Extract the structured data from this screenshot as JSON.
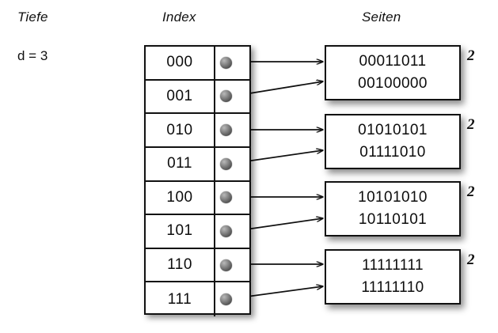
{
  "headings": {
    "depth": "Tiefe",
    "index": "Index",
    "pages": "Seiten"
  },
  "depth": {
    "label": "d = 3"
  },
  "index_table": {
    "rows": [
      {
        "key": "000",
        "pointer": "pointer-dot",
        "target_page": 0
      },
      {
        "key": "001",
        "pointer": "pointer-dot",
        "target_page": 0
      },
      {
        "key": "010",
        "pointer": "pointer-dot",
        "target_page": 1
      },
      {
        "key": "011",
        "pointer": "pointer-dot",
        "target_page": 1
      },
      {
        "key": "100",
        "pointer": "pointer-dot",
        "target_page": 2
      },
      {
        "key": "101",
        "pointer": "pointer-dot",
        "target_page": 2
      },
      {
        "key": "110",
        "pointer": "pointer-dot",
        "target_page": 3
      },
      {
        "key": "111",
        "pointer": "pointer-dot",
        "target_page": 3
      }
    ]
  },
  "pages": [
    {
      "lines": [
        "00011011",
        "00100000"
      ],
      "count": "2"
    },
    {
      "lines": [
        "01010101",
        "01111010"
      ],
      "count": "2"
    },
    {
      "lines": [
        "10101010",
        "10110101"
      ],
      "count": "2"
    },
    {
      "lines": [
        "11111111",
        "11111110"
      ],
      "count": "2"
    }
  ],
  "colors": {
    "background": "#ffffff",
    "stroke": "#111111",
    "text": "#0d0d0d",
    "pointer_dot": "#5a5a5a"
  }
}
